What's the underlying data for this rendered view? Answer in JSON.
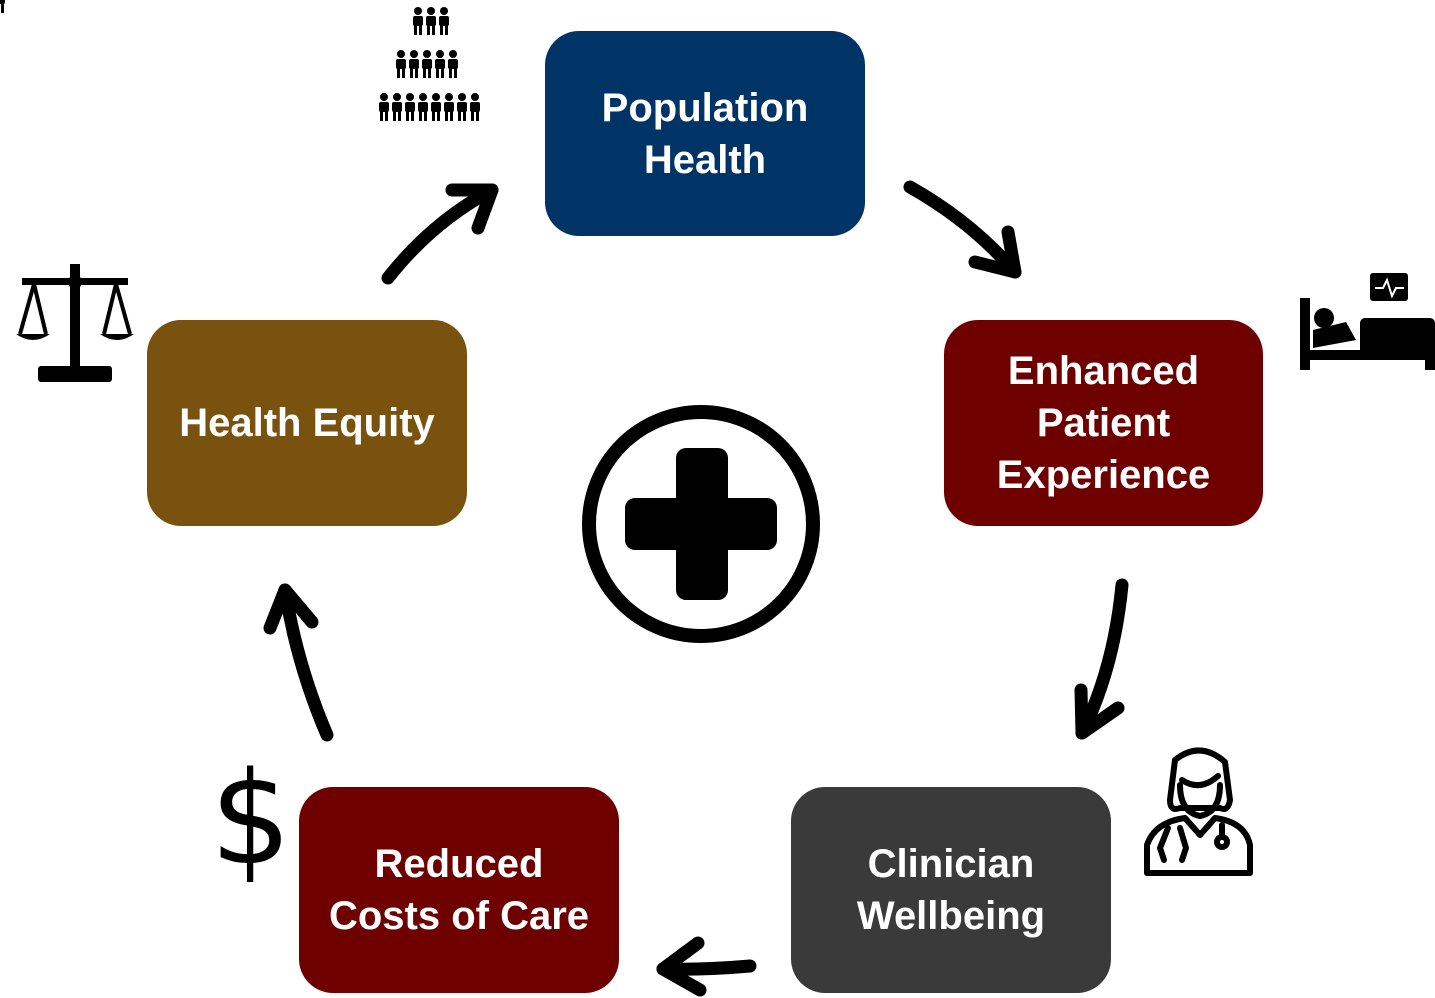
{
  "nodes": [
    {
      "id": "population-health",
      "label": "Population\nHealth",
      "color": "#003366"
    },
    {
      "id": "enhanced-patient-experience",
      "label": "Enhanced\nPatient\nExperience",
      "color": "#6E0000"
    },
    {
      "id": "clinician-wellbeing",
      "label": "Clinician\nWellbeing",
      "color": "#3A3A3A"
    },
    {
      "id": "reduced-costs-of-care",
      "label": "Reduced\nCosts of Care",
      "color": "#6E0000"
    },
    {
      "id": "health-equity",
      "label": "Health Equity",
      "color": "#7A5210"
    }
  ],
  "icons": {
    "population": "people-pyramid-icon",
    "patient": "hospital-bed-icon",
    "clinician": "doctor-icon",
    "cost": "dollar-sign-icon",
    "equity": "scales-icon",
    "center": "medical-cross-icon"
  },
  "cost_symbol": "$"
}
